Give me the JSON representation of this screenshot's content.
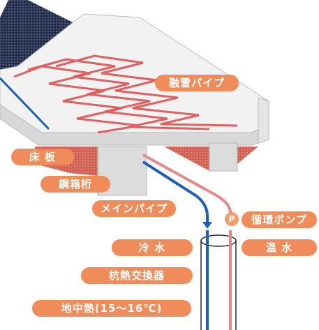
{
  "labels": {
    "snow_melting_pipe": "融雪パイプ",
    "floor_slab": "床 板",
    "steel_box_girder": "鋼箱桁",
    "main_pipe": "メインパイプ",
    "pump_marker": "P",
    "circulation_pump": "循環ポンプ",
    "cold_water": "冷 水",
    "warm_water": "温 水",
    "pile_heat_exchanger": "杭熱交換器",
    "geothermal": "地中熱(15～16℃)"
  },
  "colors": {
    "label_bg": "#f08c5a",
    "cold_pipe": "#1f5fb0",
    "warm_pipe": "#e5888a",
    "coil": "#e06060",
    "asphalt": "#2a3550",
    "concrete": "#e8e8e8",
    "concrete_shadow": "#c8c8c8",
    "red_fill": "#d66a5c"
  }
}
